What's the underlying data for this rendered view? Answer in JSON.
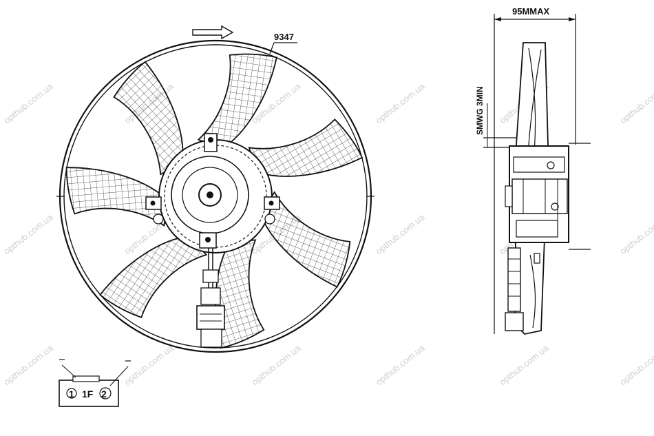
{
  "drawing": {
    "part_label": "9347",
    "dimension_top": "95MMAX",
    "dimension_side": "SMWG 3MIN"
  },
  "connector": {
    "pin_left": "1",
    "pin_mid": "1F",
    "pin_right": "2"
  },
  "watermark": "opthub.com.ua",
  "colors": {
    "line": "#111111",
    "watermark": "#cfcfcf",
    "background": "#ffffff"
  }
}
